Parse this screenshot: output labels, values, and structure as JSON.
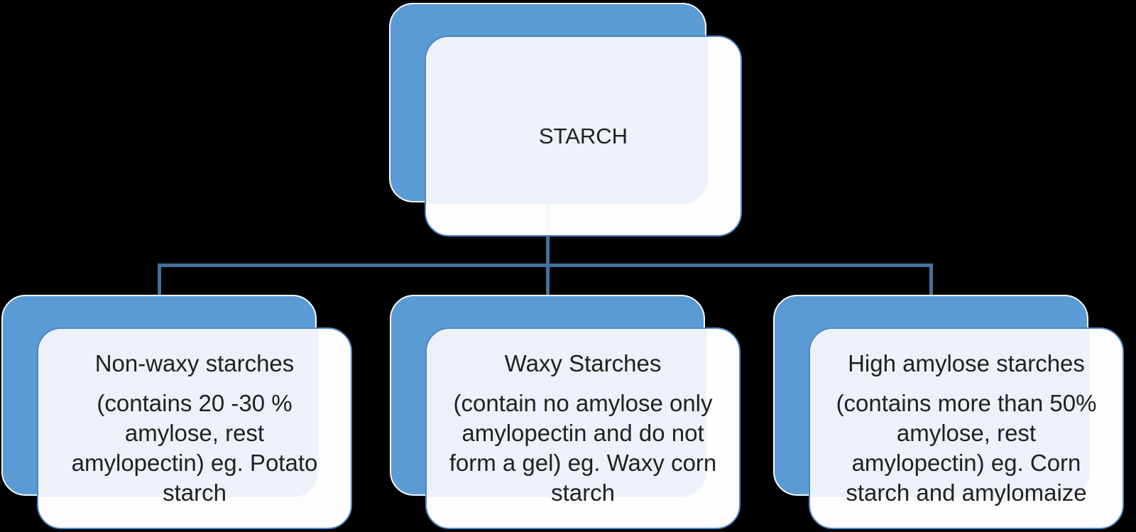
{
  "diagram": {
    "type": "hierarchy",
    "background": "#000000",
    "colors": {
      "node_fill": "#5b9bd5",
      "node_outline": "#f5f9fd",
      "card_fill": "#fdfdfe",
      "card_tint": "#edf1f9",
      "card_border": "#4e86c4",
      "connector": "#41719c",
      "text": "#212121",
      "seethrough": "#f3f6fb"
    },
    "root": {
      "title": "STARCH"
    },
    "children": [
      {
        "title": "Non-waxy starches",
        "body": "(contains 20 -30 %\namylose, rest\namylopectin) eg. Potato\nstarch"
      },
      {
        "title": "Waxy Starches",
        "body": "(contain no amylose only\namylopectin and do not\nform a gel) eg. Waxy corn\nstarch"
      },
      {
        "title": "High amylose starches",
        "body": "(contains more than 50%\namylose, rest\namylopectin) eg. Corn\nstarch and amylomaize"
      }
    ]
  }
}
